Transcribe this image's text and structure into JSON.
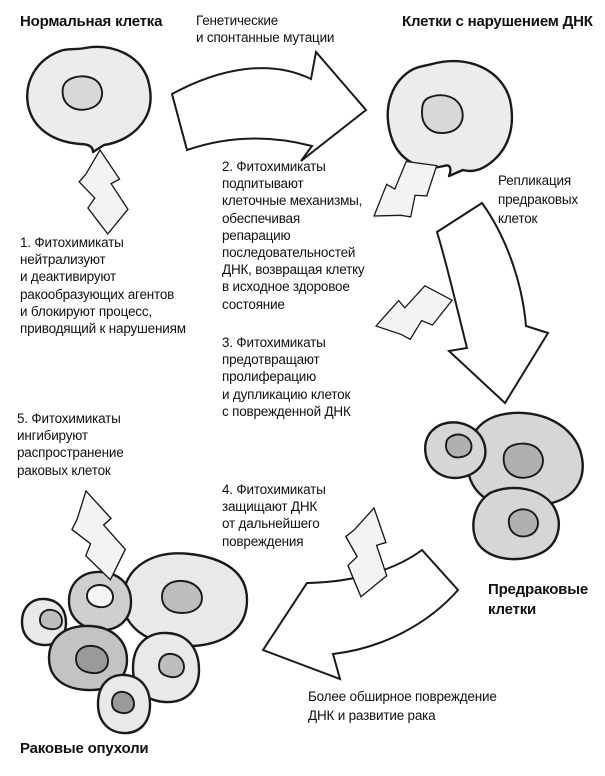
{
  "colors": {
    "background": "#ffffff",
    "outline": "#1a1a1a",
    "arrow_fill": "#ffffff",
    "bolt_fill": "#f3f3f3",
    "cell_body": "#ececec",
    "cell_nucleus": "#d8d8d8",
    "precancer_body": "#d6d6d6",
    "precancer_nucleus": "#b0b0b0",
    "cancer_body_light": "#e9e9e9",
    "cancer_body_medium": "#cfcfcf",
    "cancer_body_dark": "#c3c3c3",
    "cancer_nucleus_light": "#f4f4f4",
    "cancer_nucleus_medium": "#bdbdbd",
    "cancer_nucleus_dark": "#9a9a9a"
  },
  "nodes": {
    "normal_cell": {
      "title": "Нормальная клетка"
    },
    "mutations": {
      "label": "Генетические\nи спонтанные мутации"
    },
    "damaged_cells": {
      "title": "Клетки с нарушением ДНК"
    },
    "replication": {
      "label": "Репликация\nпредраковых\nклеток"
    },
    "precancerous": {
      "title": "Предраковые\nклетки"
    },
    "damage_development": {
      "label": "Более обширное повреждение\nДНК и развитие рака"
    },
    "cancer": {
      "title": "Раковые опухоли"
    }
  },
  "steps": [
    {
      "text": "1. Фитохимикаты\nнейтрализуют\nи деактивируют\nракообразующих агентов\nи блокируют процесс,\nприводящий к нарушениям"
    },
    {
      "text": "2. Фитохимикаты\nподпитывают\nклеточные механизмы,\nобеспечивая\nрепарацию\nпоследовательностей\nДНК, возвращая клетку\nв исходное здоровое\nсостояние"
    },
    {
      "text": "3. Фитохимикаты\nпредотвращают\nпролиферацию\nи дупликацию клеток\nс поврежденной ДНК"
    },
    {
      "text": "4. Фитохимикаты\nзащищают ДНК\nот дальнейшего\nповреждения"
    },
    {
      "text": "5. Фитохимикаты\nингибируют\nраспространение\nраковых клеток"
    }
  ]
}
